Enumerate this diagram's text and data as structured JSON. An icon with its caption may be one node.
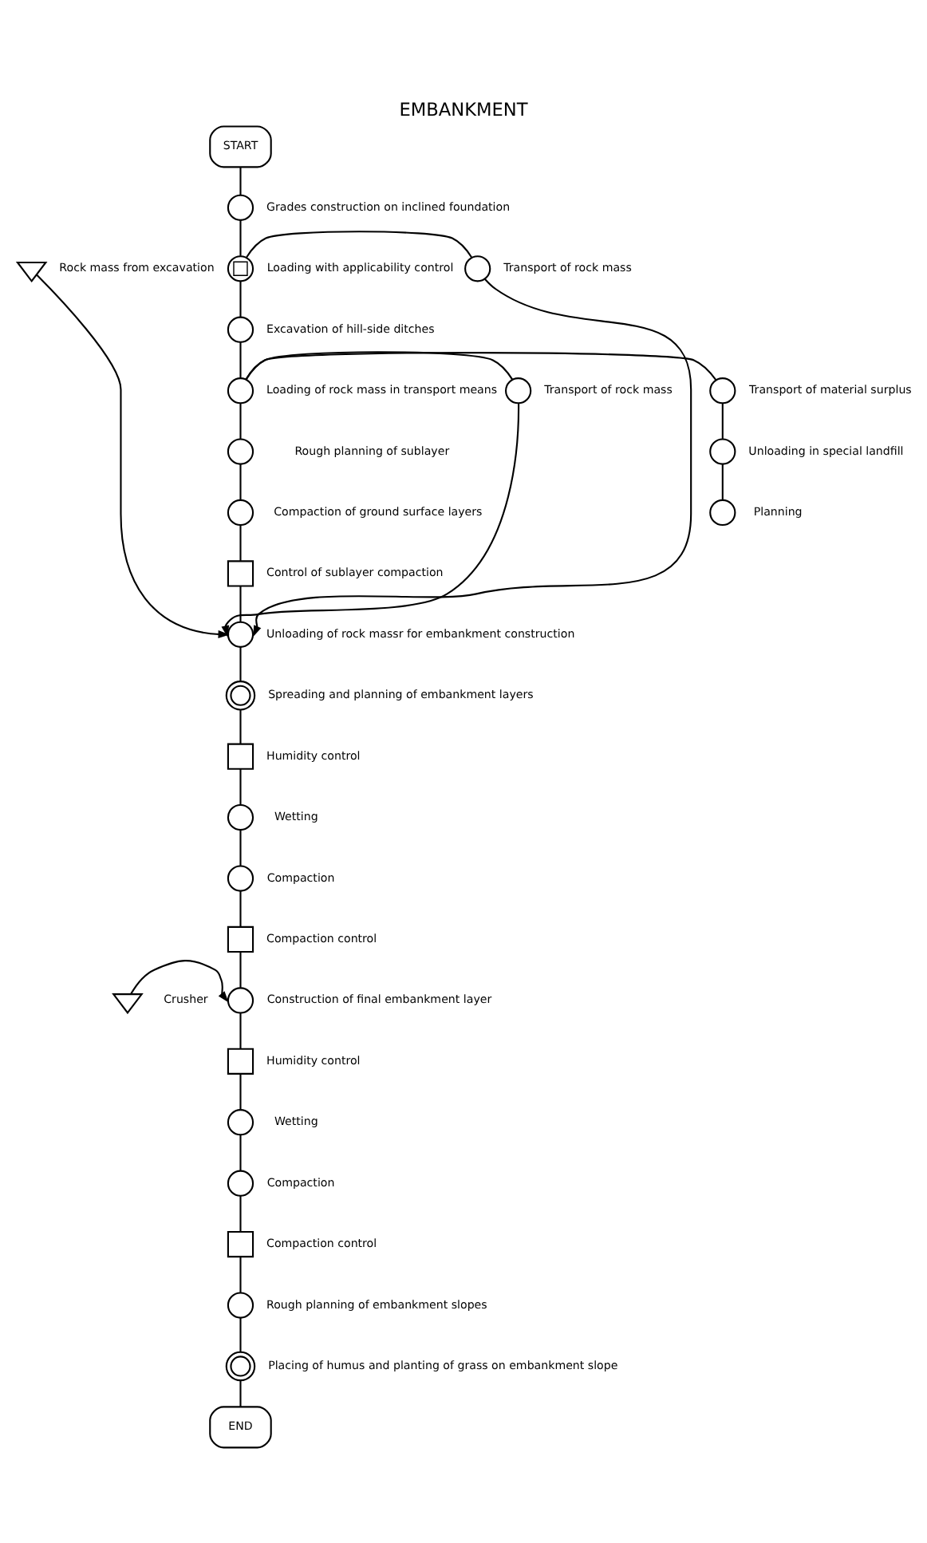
{
  "diagram": {
    "title": "EMBANKMENT",
    "nodes": [
      {
        "text": [
          "START"
        ]
      },
      {
        "text": [],
        "shape": "circle",
        "beside": [
          "Grades construction on inclined foundation"
        ]
      },
      {
        "text": [],
        "shape": "triangle",
        "beside": [
          "Rock mass from excavation"
        ]
      },
      {
        "text": [],
        "shape": "circlebox",
        "beside": [
          "Loading with applicability control"
        ]
      },
      {
        "text": [],
        "shape": "circle",
        "beside": [
          "Transport of rock mass"
        ]
      },
      {
        "text": [],
        "shape": "circle",
        "beside": [
          "Excavation of hill-side ditches"
        ]
      },
      {
        "text": [],
        "shape": "circle",
        "beside": [
          "Transport of rock mass"
        ]
      },
      {
        "text": [],
        "shape": "circle",
        "beside": [
          "Loading of rock mass in transport means"
        ]
      },
      {
        "text": [],
        "shape": "circle",
        "beside": [
          "Transport of material surplus"
        ]
      },
      {
        "text": [],
        "shape": "circle",
        "beside": [
          "Rough planning of sublayer"
        ]
      },
      {
        "text": [],
        "shape": "circle",
        "beside": [
          "Unloading in special landfill"
        ]
      },
      {
        "text": [],
        "shape": "circle",
        "beside": [
          "Compaction of ground surface layers"
        ]
      },
      {
        "text": [],
        "shape": "circle",
        "beside": [
          "Planning"
        ]
      },
      {
        "text": [],
        "shape": "box",
        "beside": [
          "Control of sublayer compaction"
        ]
      },
      {
        "text": [],
        "shape": "circle",
        "beside": [
          "Unloading of rock massr for embankment construction"
        ]
      },
      {
        "text": [],
        "shape": "doublecircle",
        "beside": [
          "Spreading and planning of embankment layers"
        ]
      },
      {
        "text": [],
        "shape": "box",
        "beside": [
          "Humidity control"
        ]
      },
      {
        "text": [],
        "shape": "circle",
        "beside": [
          "Wetting"
        ]
      },
      {
        "text": [],
        "shape": "triangle",
        "beside": [
          "Crusher"
        ]
      },
      {
        "text": [],
        "shape": "circle",
        "beside": [
          "Compaction"
        ]
      },
      {
        "text": [],
        "shape": "box",
        "beside": [
          "Compaction control"
        ]
      },
      {
        "text": [],
        "shape": "circle",
        "beside": [
          "Construction of final embankment layer"
        ]
      },
      {
        "text": [],
        "shape": "box",
        "beside": [
          "Humidity control"
        ]
      },
      {
        "text": [],
        "shape": "circle",
        "beside": [
          "Wetting"
        ]
      },
      {
        "text": [],
        "shape": "circle",
        "beside": [
          "Compaction"
        ]
      },
      {
        "text": [],
        "shape": "box",
        "beside": [
          "Compaction control"
        ]
      },
      {
        "text": [],
        "shape": "circle",
        "beside": [
          "Rough planning of embankment slopes"
        ]
      },
      {
        "text": [],
        "shape": "doublecircle",
        "beside": [
          "Placing of humus and planting of grass on embankment slope"
        ]
      },
      {
        "text": [
          "END"
        ]
      }
    ],
    "edges": [
      {
        "from": 0,
        "to": 1,
        "arrow": "none"
      },
      {
        "from": 1,
        "to": 3,
        "arrow": "none"
      },
      {
        "from": 3,
        "to": 4,
        "arrow": "none"
      },
      {
        "from": 3,
        "to": 5,
        "arrow": "none"
      },
      {
        "from": 6,
        "to": 7,
        "arrow": "none"
      },
      {
        "from": 5,
        "to": 7,
        "arrow": "none"
      },
      {
        "from": 7,
        "to": 8,
        "arrow": "none"
      },
      {
        "from": 7,
        "to": 9,
        "arrow": "none"
      },
      {
        "from": 8,
        "to": 10,
        "arrow": "none"
      },
      {
        "from": 9,
        "to": 11,
        "arrow": "none"
      },
      {
        "from": 10,
        "to": 12,
        "arrow": "none"
      },
      {
        "from": 11,
        "to": 13,
        "arrow": "none"
      },
      {
        "from": 13,
        "to": 14,
        "arrow": "none"
      },
      {
        "from": 2,
        "to": 14,
        "arrow": "to"
      },
      {
        "from": 6,
        "to": 14,
        "arrow": "to"
      },
      {
        "from": 4,
        "to": 14,
        "arrow": "to"
      },
      {
        "from": 14,
        "to": 15,
        "arrow": "none"
      },
      {
        "from": 15,
        "to": 16,
        "arrow": "none"
      },
      {
        "from": 16,
        "to": 17,
        "arrow": "none"
      },
      {
        "from": 17,
        "to": 19,
        "arrow": "none"
      },
      {
        "from": 19,
        "to": 20,
        "arrow": "none"
      },
      {
        "from": 20,
        "to": 21,
        "arrow": "none"
      },
      {
        "from": 18,
        "to": 21,
        "arrow": "to"
      },
      {
        "from": 21,
        "to": 22,
        "arrow": "none"
      },
      {
        "from": 22,
        "to": 23,
        "arrow": "none"
      },
      {
        "from": 23,
        "to": 24,
        "arrow": "none"
      },
      {
        "from": 24,
        "to": 25,
        "arrow": "none"
      },
      {
        "from": 25,
        "to": 26,
        "arrow": "none"
      },
      {
        "from": 26,
        "to": 27,
        "arrow": "none"
      },
      {
        "from": 27,
        "to": 28,
        "arrow": "none"
      }
    ]
  }
}
